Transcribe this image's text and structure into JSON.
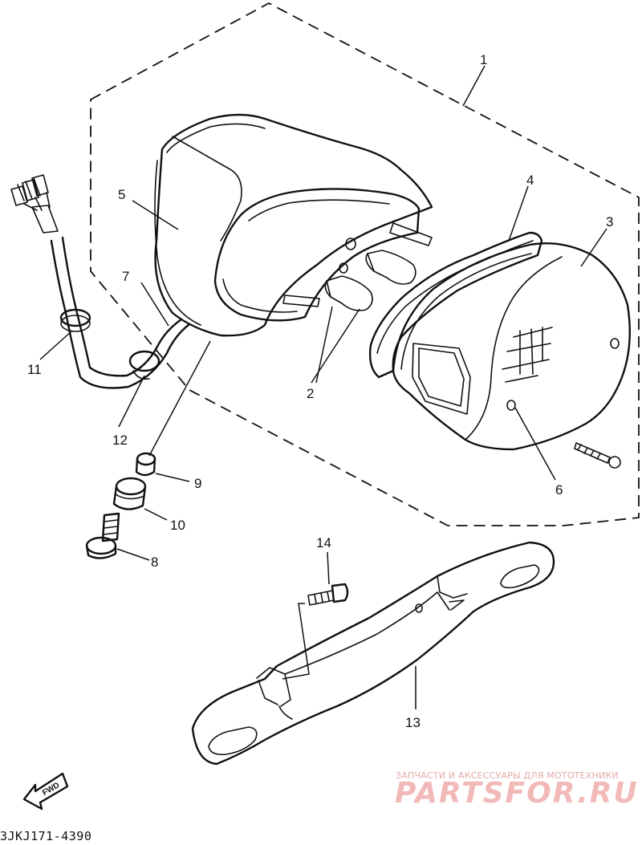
{
  "diagram": {
    "callouts": {
      "c1": "1",
      "c2": "2",
      "c3": "3",
      "c4": "4",
      "c5": "5",
      "c6": "6",
      "c7": "7",
      "c8": "8",
      "c9": "9",
      "c10": "10",
      "c11": "11",
      "c12": "12",
      "c13": "13",
      "c14": "14"
    },
    "fwd_label": "FWD",
    "part_code": "3JKJ171-4390",
    "watermark": {
      "tagline": "ЗАПЧАСТИ И АКСЕССУАРЫ ДЛЯ МОТОТЕХНИКИ",
      "brand": "PARTSFOR.RU",
      "color": "#f2b9b9"
    }
  }
}
